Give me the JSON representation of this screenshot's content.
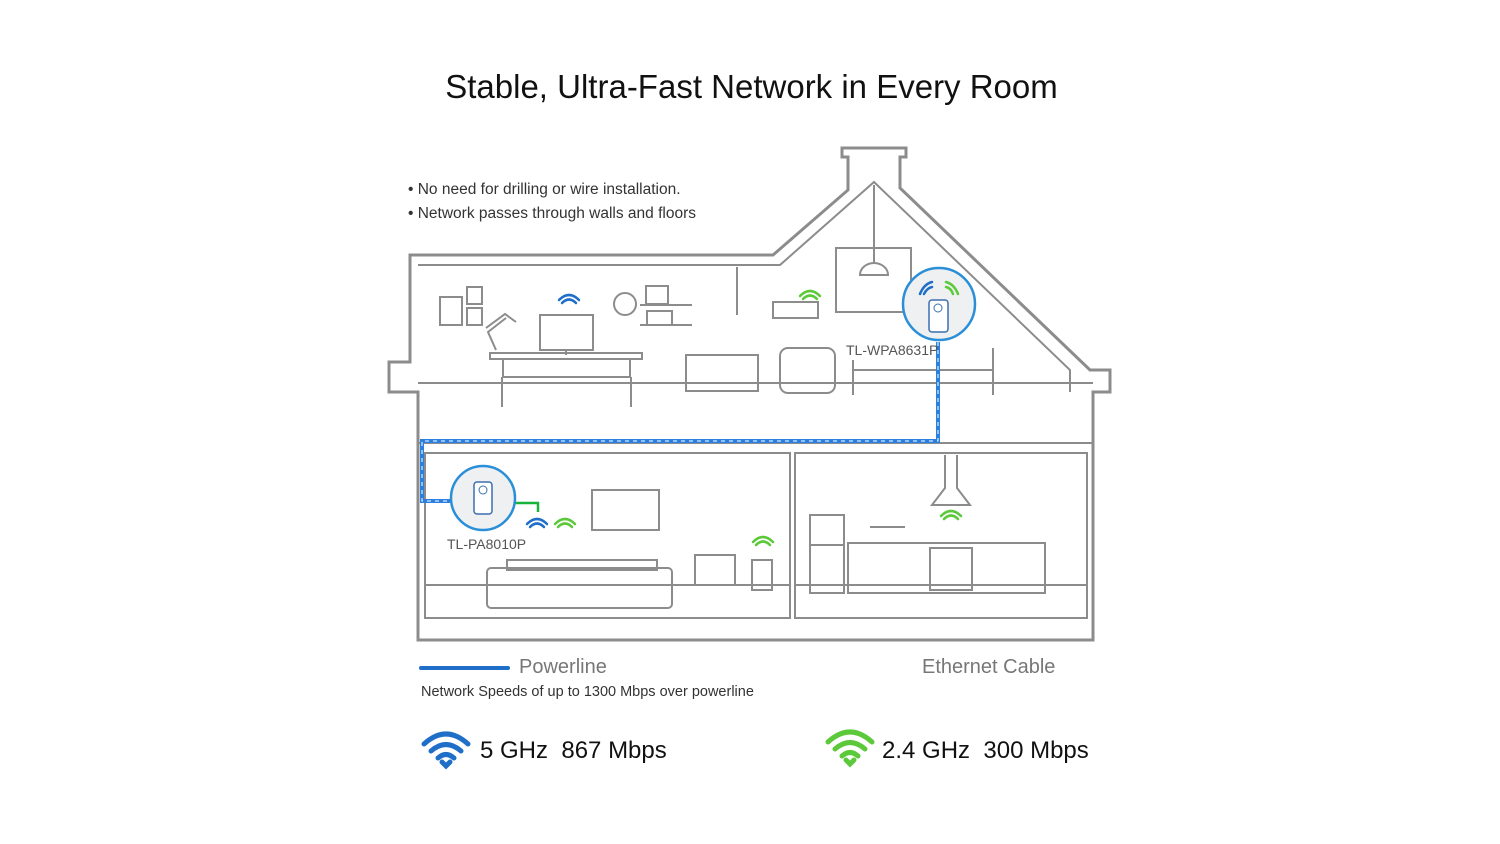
{
  "title": "Stable, Ultra-Fast Network in Every Room",
  "bullets": [
    "• No need for drilling or wire installation.",
    "• Network passes through walls and floors"
  ],
  "devices": {
    "upstairs": "TL-WPA8631P",
    "downstairs": "TL-PA8010P"
  },
  "legend": {
    "powerline": "Powerline",
    "powerline_note": "Network Speeds of up to 1300 Mbps over powerline",
    "ethernet": "Ethernet Cable"
  },
  "speeds": {
    "band5": "5 GHz  867 Mbps",
    "band24": "2.4 GHz  300 Mbps"
  },
  "colors": {
    "blue": "#1f6fc8",
    "green": "#5cc93a",
    "line": "#8c8c8c",
    "powerline": "#2b7fe0"
  }
}
